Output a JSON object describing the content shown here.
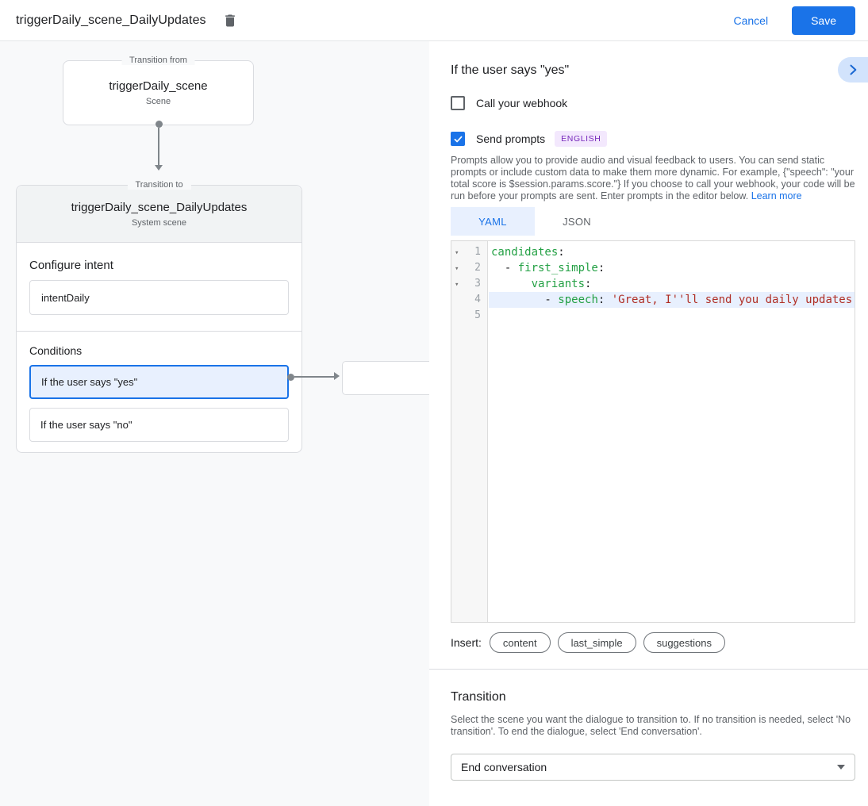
{
  "colors": {
    "accent": "#1a73e8",
    "accent_light": "#e8f0fe",
    "chevron_bg": "#d2e3fc",
    "chevron_fg": "#1967d2",
    "text": "#202124",
    "muted": "#5f6368",
    "border": "#dadce0",
    "panel_bg": "#f8f9fa",
    "card_header_bg": "#f1f3f4",
    "badge_bg": "#f3e8fd",
    "badge_text": "#7627bb",
    "code_key": "#23a044",
    "code_string": "#b02e25",
    "line_highlight": "#e8f0fe",
    "connector": "#80868b"
  },
  "topbar": {
    "title": "triggerDaily_scene_DailyUpdates",
    "cancel_label": "Cancel",
    "save_label": "Save"
  },
  "diagram": {
    "from_node": {
      "legend": "Transition from",
      "title": "triggerDaily_scene",
      "subtitle": "Scene"
    },
    "to_node": {
      "legend": "Transition to",
      "title": "triggerDaily_scene_DailyUpdates",
      "subtitle": "System scene",
      "intent_section": {
        "heading": "Configure intent",
        "value": "intentDaily"
      },
      "conditions_section": {
        "heading": "Conditions",
        "items": [
          {
            "label": "If the user says \"yes\"",
            "selected": true
          },
          {
            "label": "If the user says \"no\"",
            "selected": false
          }
        ]
      }
    }
  },
  "detail": {
    "title": "If the user says \"yes\"",
    "webhook_checkbox": {
      "label": "Call your webhook",
      "checked": false
    },
    "prompts_checkbox": {
      "label": "Send prompts",
      "checked": true,
      "badge": "ENGLISH"
    },
    "description": "Prompts allow you to provide audio and visual feedback to users. You can send static prompts or include custom data to make them more dynamic. For example, {\"speech\": \"your total score is $session.params.score.\"} If you choose to call your webhook, your code will be run before your prompts are sent. Enter prompts in the editor below.",
    "learn_more": "Learn more",
    "tabs": [
      {
        "label": "YAML",
        "selected": true
      },
      {
        "label": "JSON",
        "selected": false
      }
    ],
    "editor": {
      "lines": [
        {
          "num": 1,
          "fold": true,
          "highlight": false,
          "tokens": [
            {
              "t": "candidates",
              "c": "key"
            },
            {
              "t": ":",
              "c": "pln"
            }
          ]
        },
        {
          "num": 2,
          "fold": true,
          "highlight": false,
          "tokens": [
            {
              "t": "  - ",
              "c": "pln"
            },
            {
              "t": "first_simple",
              "c": "key"
            },
            {
              "t": ":",
              "c": "pln"
            }
          ]
        },
        {
          "num": 3,
          "fold": true,
          "highlight": false,
          "tokens": [
            {
              "t": "      ",
              "c": "pln"
            },
            {
              "t": "variants",
              "c": "key"
            },
            {
              "t": ":",
              "c": "pln"
            }
          ]
        },
        {
          "num": 4,
          "fold": false,
          "highlight": true,
          "tokens": [
            {
              "t": "        - ",
              "c": "pln"
            },
            {
              "t": "speech",
              "c": "key"
            },
            {
              "t": ": ",
              "c": "pln"
            },
            {
              "t": "'Great, I''ll send you daily updates.'",
              "c": "str"
            }
          ]
        },
        {
          "num": 5,
          "fold": false,
          "highlight": false,
          "tokens": []
        }
      ]
    },
    "insert": {
      "label": "Insert:",
      "pills": [
        "content",
        "last_simple",
        "suggestions"
      ]
    },
    "transition": {
      "heading": "Transition",
      "description": "Select the scene you want the dialogue to transition to. If no transition is needed, select 'No transition'. To end the dialogue, select 'End conversation'.",
      "dropdown_value": "End conversation"
    }
  }
}
